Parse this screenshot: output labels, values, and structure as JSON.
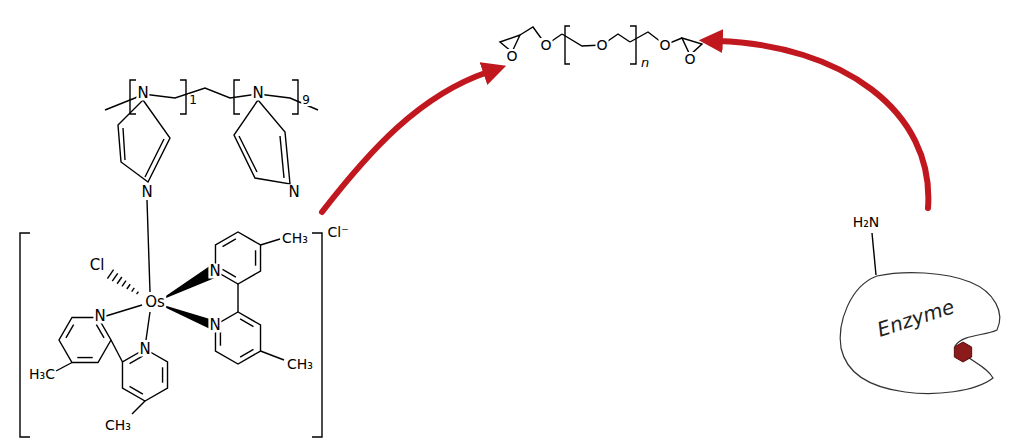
{
  "diagram": {
    "nodes": [
      {
        "text": [
          "Enzyme"
        ]
      }
    ],
    "labels": [
      "1",
      "9",
      "N",
      "N",
      "N",
      "N",
      "Cl",
      "Os",
      "N",
      "N",
      "N",
      "N",
      "CH₃",
      "CH₃",
      "H₃C",
      "CH₃",
      "Cl⁻",
      "O",
      "O",
      "O",
      "n",
      "O",
      "O",
      "H₂N"
    ]
  }
}
